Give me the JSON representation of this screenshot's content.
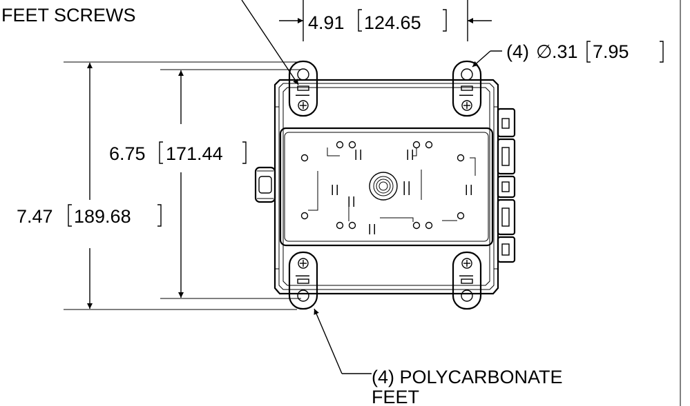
{
  "callouts": {
    "feet_screws": "FEET SCREWS",
    "width_in": "4.91",
    "width_mm": "124.65",
    "hole_count": "(4)",
    "hole_symbol": "∅",
    "hole_in": ".31",
    "hole_mm": "7.95",
    "inner_h_in": "6.75",
    "inner_h_mm": "171.44",
    "outer_h_in": "7.47",
    "outer_h_mm": "189.68",
    "feet_line1": "(4) POLYCARBONATE",
    "feet_line2": "FEET"
  },
  "colors": {
    "line": "#000000",
    "background": "#ffffff"
  }
}
